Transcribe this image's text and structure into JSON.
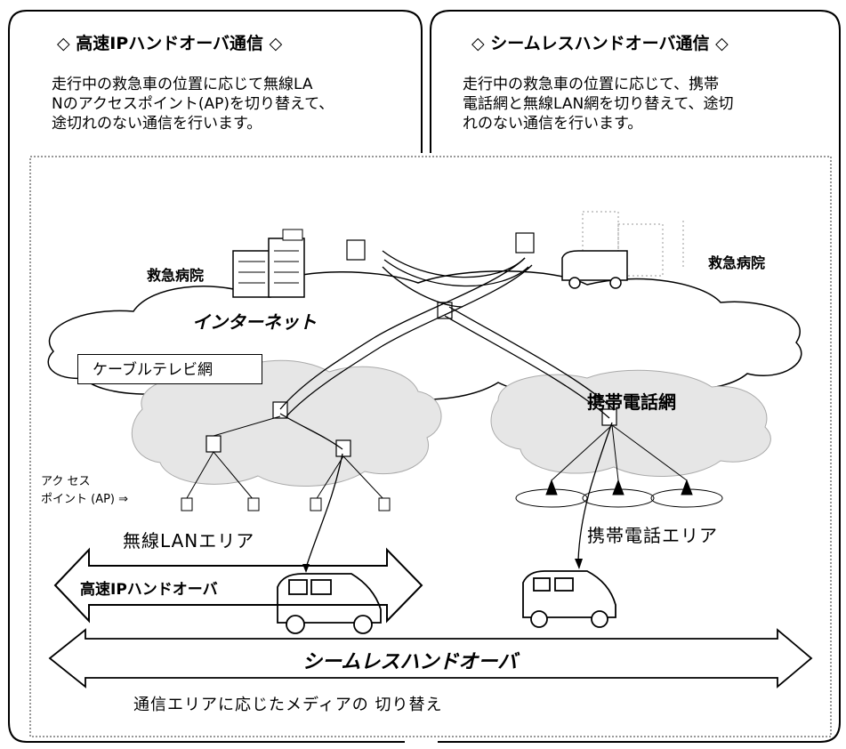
{
  "panels": {
    "left": {
      "title": "◇ 高速IPハンドオーバ通信 ◇",
      "lines": [
        "走行中の救急車の位置に応じて無線LA",
        "Nのアクセスポイント(AP)を切り替えて、",
        "途切れのない通信を行います。"
      ]
    },
    "right": {
      "title": "◇ シームレスハンドオーバ通信 ◇",
      "lines": [
        "走行中の救急車の位置に応じて、携帯",
        "電話網と無線LAN網を切り替えて、途切",
        "れのない通信を行います。"
      ]
    }
  },
  "diagram": {
    "hospital_left": "救急病院",
    "hospital_right": "救急病院",
    "internet": "インターネット",
    "cable_tv": "ケーブルテレビ網",
    "mobile_net": "携帯電話網",
    "ap_label_1": "アク セス",
    "ap_label_2": "ポイント (AP) ⇒",
    "wlan_area": "無線LANエリア",
    "mobile_area": "携帯電話エリア",
    "fast_handover": "高速IPハンドオーバ",
    "seamless_handover": "シームレスハンドオーバ",
    "media_switch": "通信エリアに応じたメディアの 切り替え"
  },
  "colors": {
    "cloud": "#e6e6e6",
    "cloud_dark": "#cfcfcf",
    "line": "#000000"
  }
}
